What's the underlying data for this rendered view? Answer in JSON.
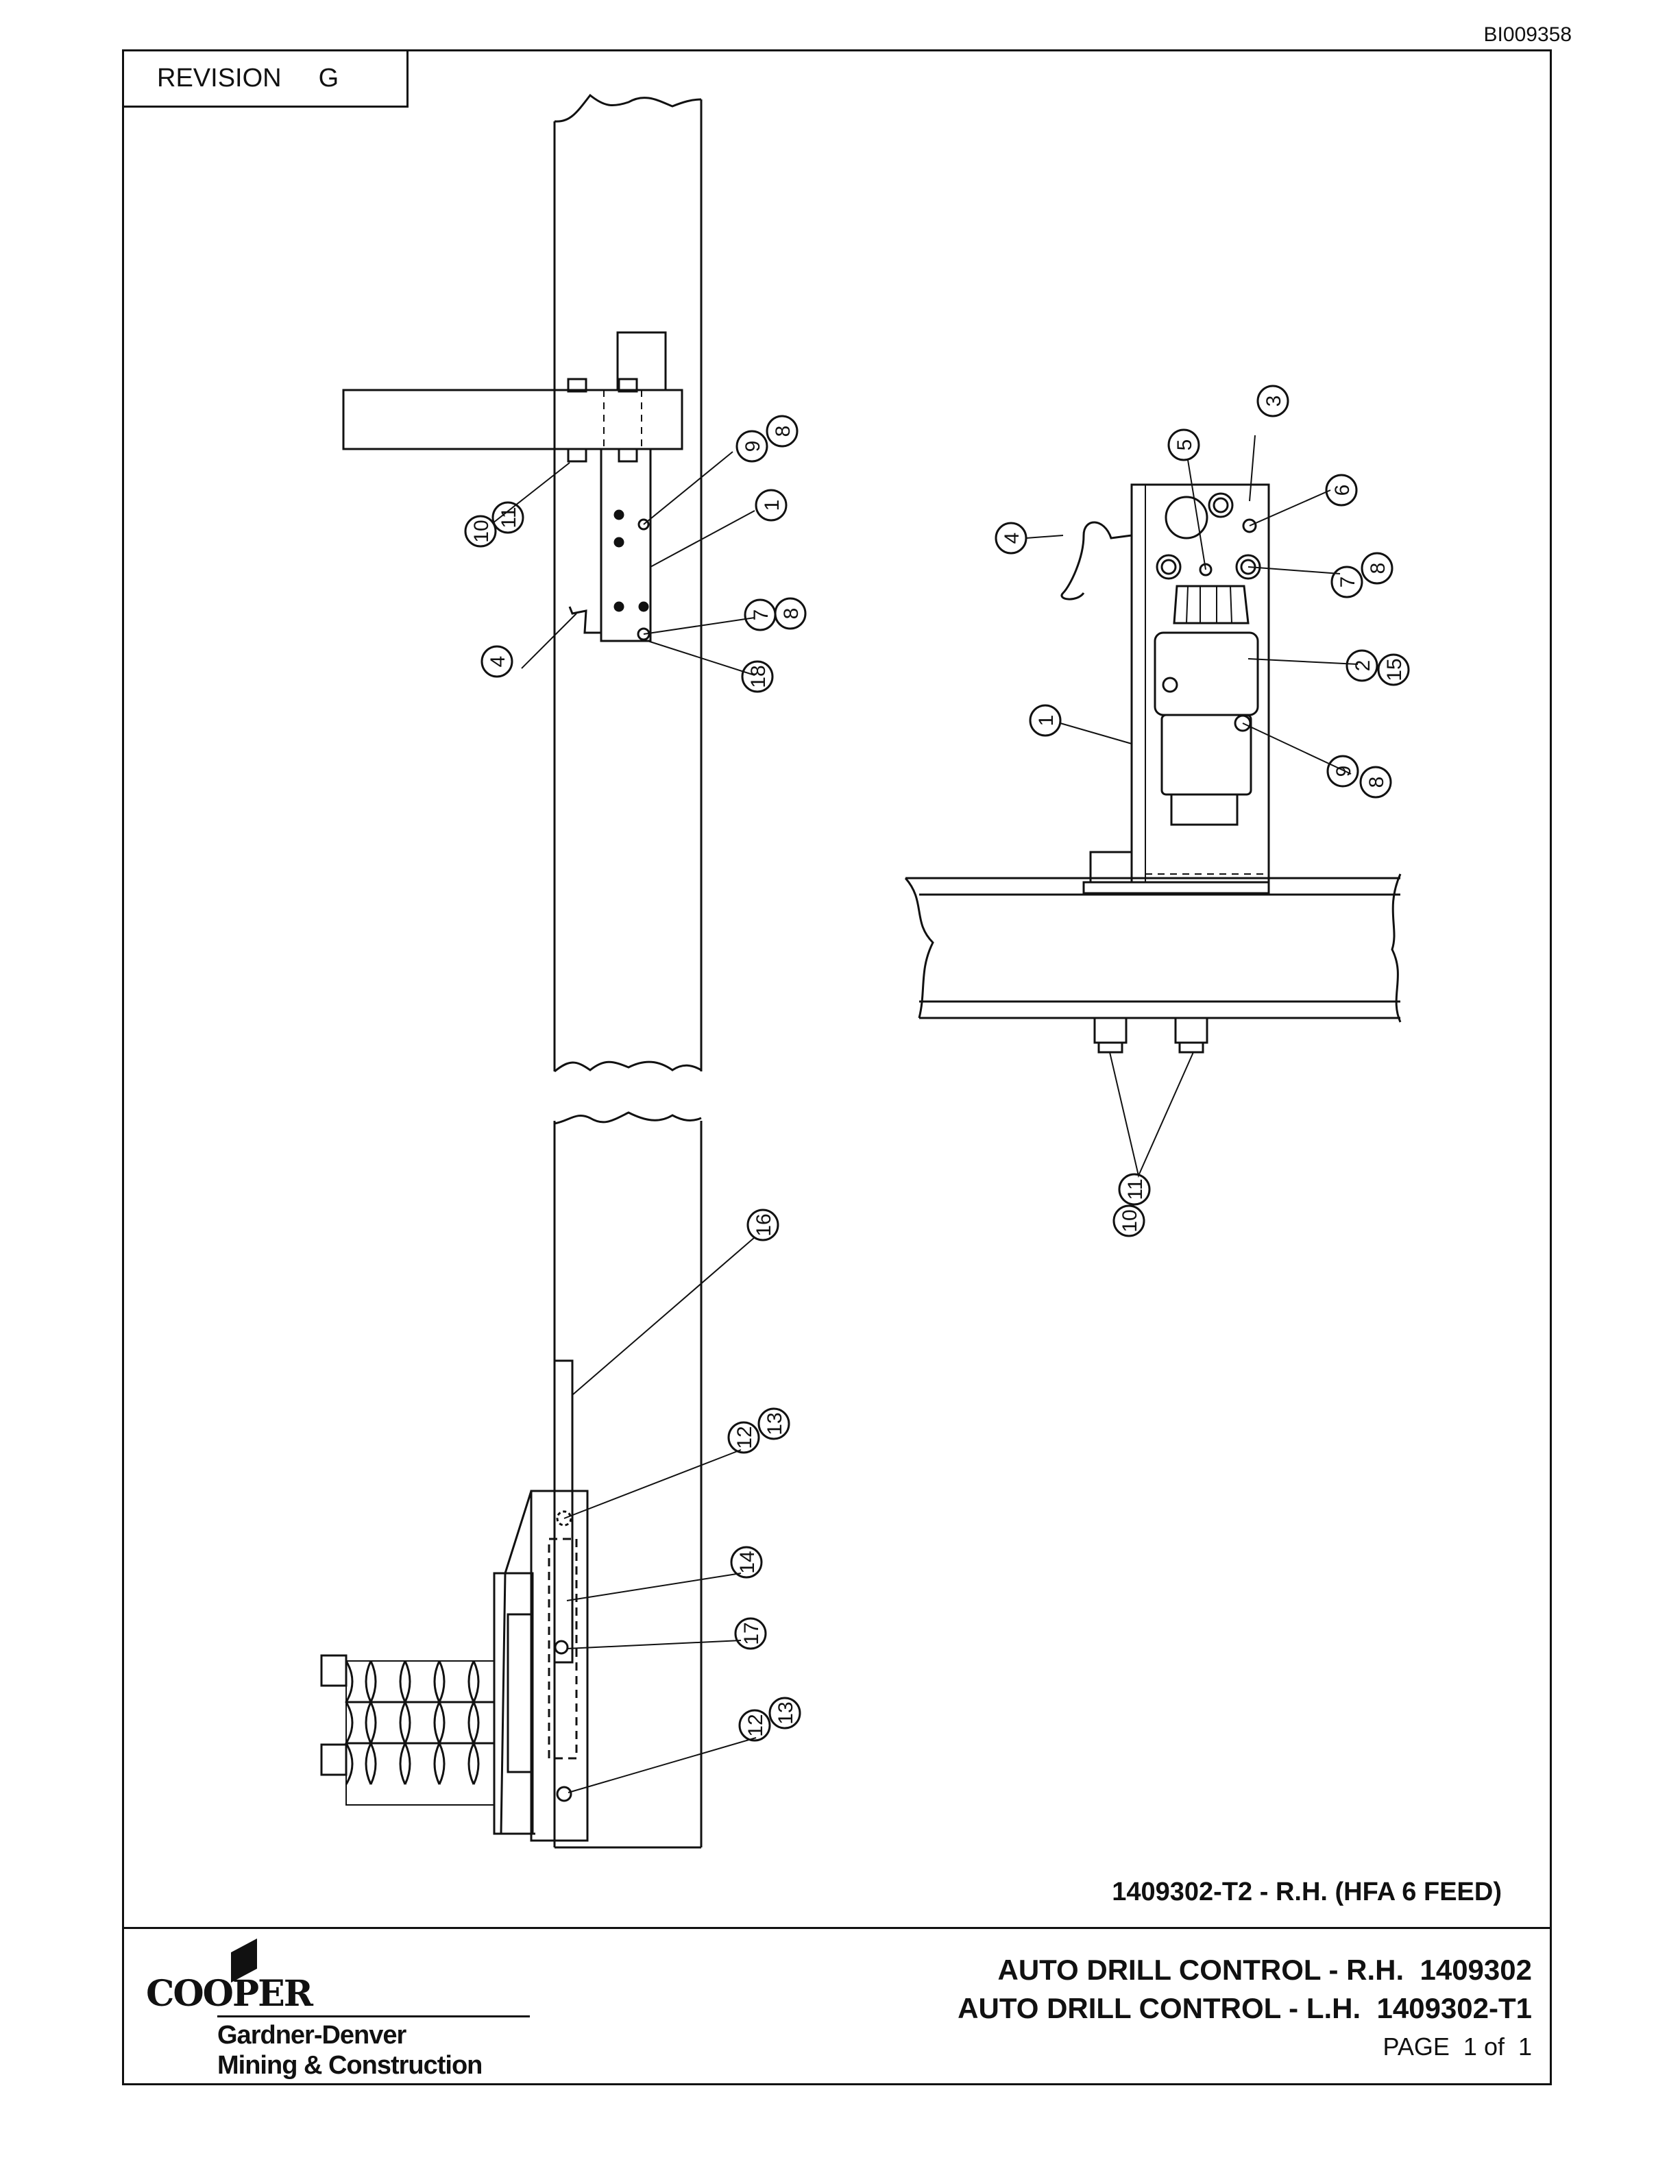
{
  "document_id": "BI009358",
  "revision": {
    "label": "REVISION",
    "value": "G"
  },
  "view_caption": "1409302-T2 - R.H. (HFA 6 FEED)",
  "balloons": {
    "top_view": [
      "10",
      "11",
      "9",
      "8",
      "1",
      "7",
      "8",
      "4",
      "18"
    ],
    "side_view": [
      "3",
      "5",
      "6",
      "4",
      "7",
      "8",
      "2",
      "15",
      "1",
      "9",
      "8",
      "10",
      "11"
    ],
    "lower_view": [
      "16",
      "12",
      "13",
      "14",
      "17",
      "12",
      "13"
    ]
  },
  "title_block": {
    "logo": {
      "wordmark": "COOPER",
      "line1": "Gardner-Denver",
      "line2": "Mining & Construction"
    },
    "title1": "AUTO DRILL CONTROL - R.H.  1409302",
    "title2": "AUTO DRILL CONTROL - L.H.  1409302-T1",
    "page": "PAGE  1 of  1"
  }
}
